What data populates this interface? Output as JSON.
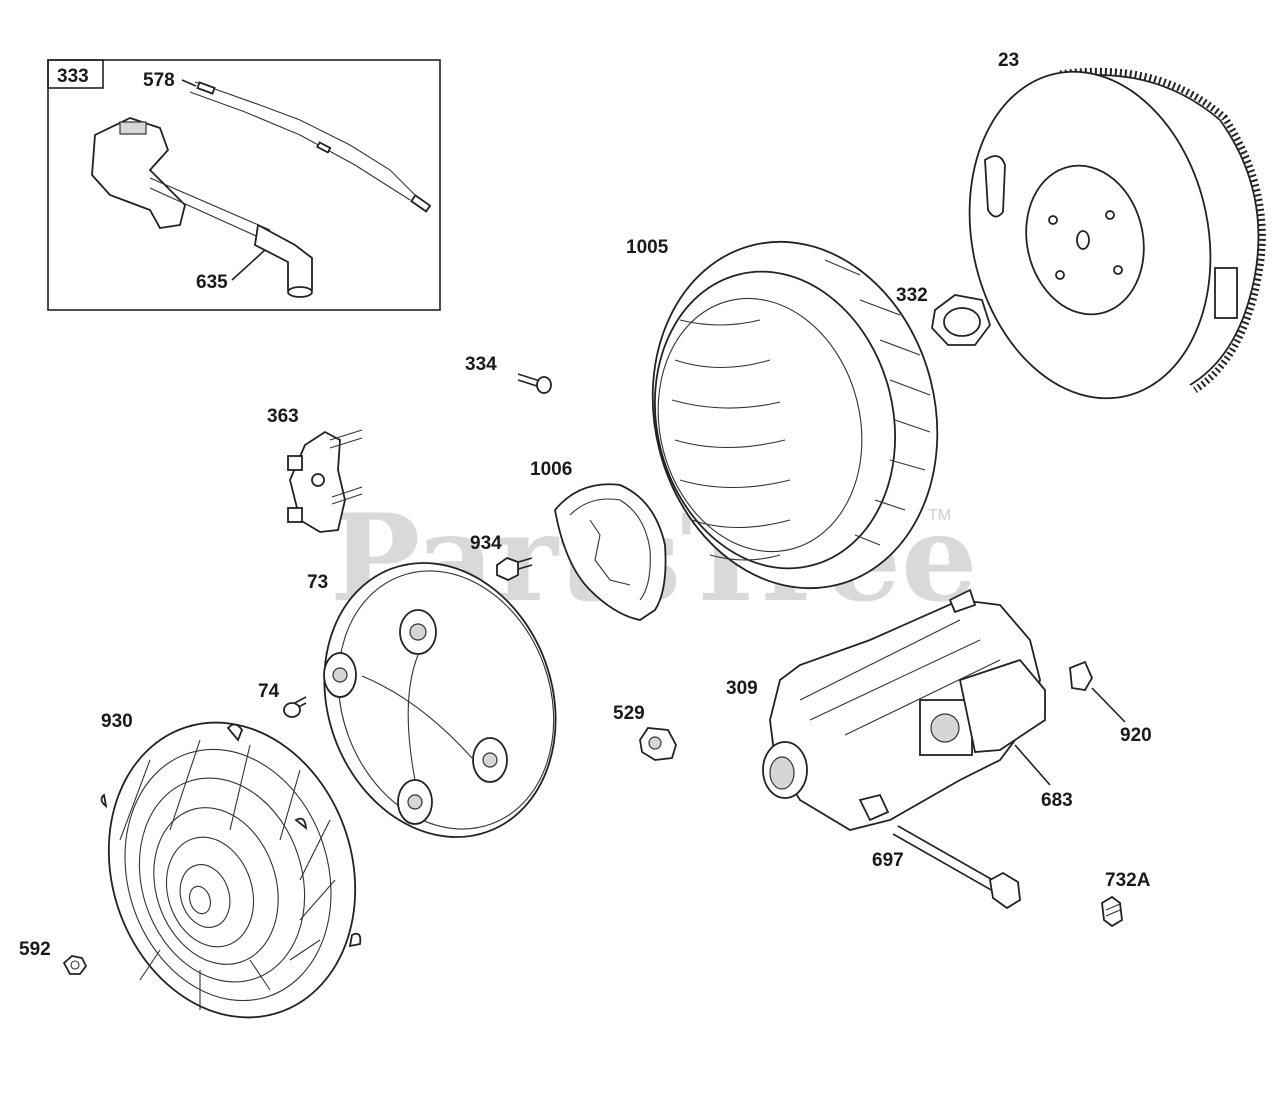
{
  "watermark": {
    "text": "PartsTree",
    "tm": "TM"
  },
  "callouts": {
    "p333": "333",
    "p578": "578",
    "p635": "635",
    "p23": "23",
    "p1005": "1005",
    "p332": "332",
    "p334": "334",
    "p363": "363",
    "p1006": "1006",
    "p934": "934",
    "p73": "73",
    "p74": "74",
    "p930": "930",
    "p529": "529",
    "p309": "309",
    "p920": "920",
    "p683": "683",
    "p697": "697",
    "p732a": "732A",
    "p592": "592"
  }
}
